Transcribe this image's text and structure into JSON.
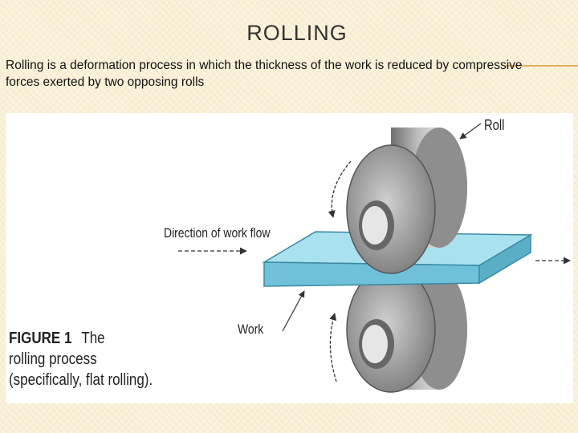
{
  "slide": {
    "title": "ROLLING",
    "body": "Rolling is a deformation process in which the thickness of the work is reduced by compressive forces exerted by two opposing rolls"
  },
  "figure": {
    "labels": {
      "roll": "Roll",
      "direction": "Direction of work flow",
      "work": "Work"
    },
    "caption": {
      "figure_label": "FIGURE 1",
      "text_line1": "The",
      "text_line2": "rolling process",
      "text_line3": "(specifically, flat rolling)."
    }
  },
  "colors": {
    "background": "#fbf3dc",
    "accent": "#e0b060",
    "work_piece": "#8fd3e6",
    "roll": "#8a8a8a"
  }
}
